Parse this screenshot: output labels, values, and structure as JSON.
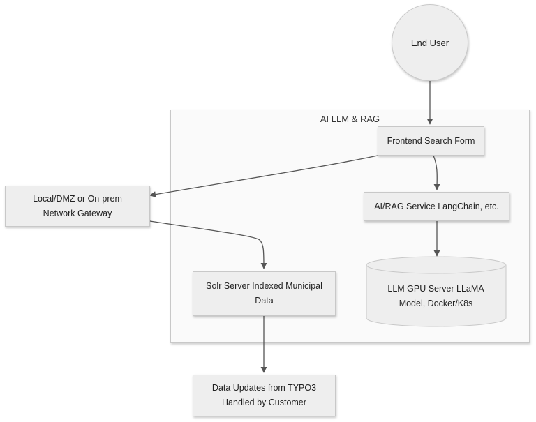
{
  "cluster": {
    "title": "AI LLM & RAG"
  },
  "nodes": {
    "end_user": "End User",
    "frontend": "Frontend Search Form",
    "gateway_line1": "Local/DMZ or On-prem",
    "gateway_line2": "Network Gateway",
    "rag_service": "AI/RAG Service LangChain, etc.",
    "llm_line1": "LLM GPU Server LLaMA",
    "llm_line2": "Model, Docker/K8s",
    "solr_line1": "Solr Server Indexed Municipal",
    "solr_line2": "Data",
    "typo3_line1": "Data Updates from TYPO3",
    "typo3_line2": "Handled by Customer"
  },
  "colors": {
    "node_fill": "#eeeeee",
    "node_border": "#c8c8c8",
    "edge": "#555555",
    "cluster_fill": "#fafafa"
  }
}
